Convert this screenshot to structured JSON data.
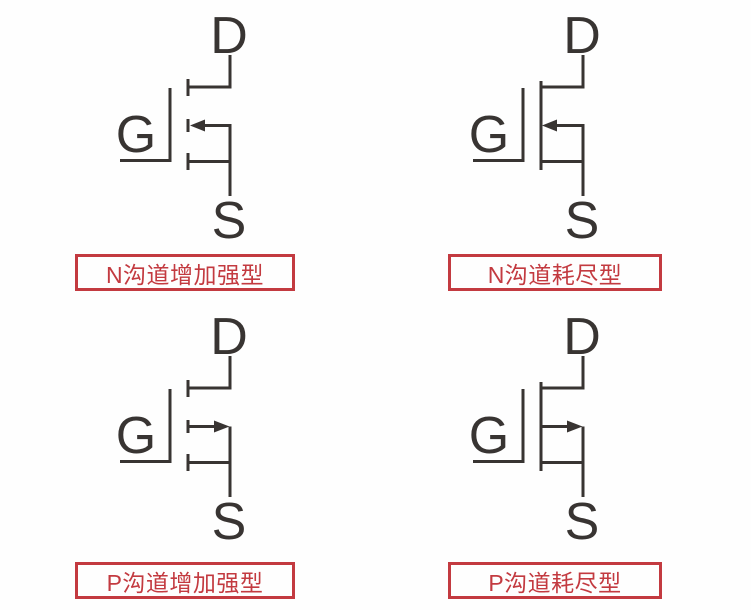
{
  "colors": {
    "line": "#383432",
    "label_red": "#c33a40",
    "background": "#fefefe"
  },
  "symbols": [
    {
      "id": "n-channel-enhancement",
      "channel": "N",
      "mode": "enhancement",
      "channel_style": "dashed",
      "body_arrow_direction": "left",
      "terminals": {
        "drain": "D",
        "gate": "G",
        "source": "S"
      },
      "label": "N沟道增加强型"
    },
    {
      "id": "n-channel-depletion",
      "channel": "N",
      "mode": "depletion",
      "channel_style": "solid",
      "body_arrow_direction": "left",
      "terminals": {
        "drain": "D",
        "gate": "G",
        "source": "S"
      },
      "label": "N沟道耗尽型"
    },
    {
      "id": "p-channel-enhancement",
      "channel": "P",
      "mode": "enhancement",
      "channel_style": "dashed",
      "body_arrow_direction": "right",
      "terminals": {
        "drain": "D",
        "gate": "G",
        "source": "S"
      },
      "label": "P沟道增加强型"
    },
    {
      "id": "p-channel-depletion",
      "channel": "P",
      "mode": "depletion",
      "channel_style": "solid",
      "body_arrow_direction": "right",
      "terminals": {
        "drain": "D",
        "gate": "G",
        "source": "S"
      },
      "label": "P沟道耗尽型"
    }
  ]
}
